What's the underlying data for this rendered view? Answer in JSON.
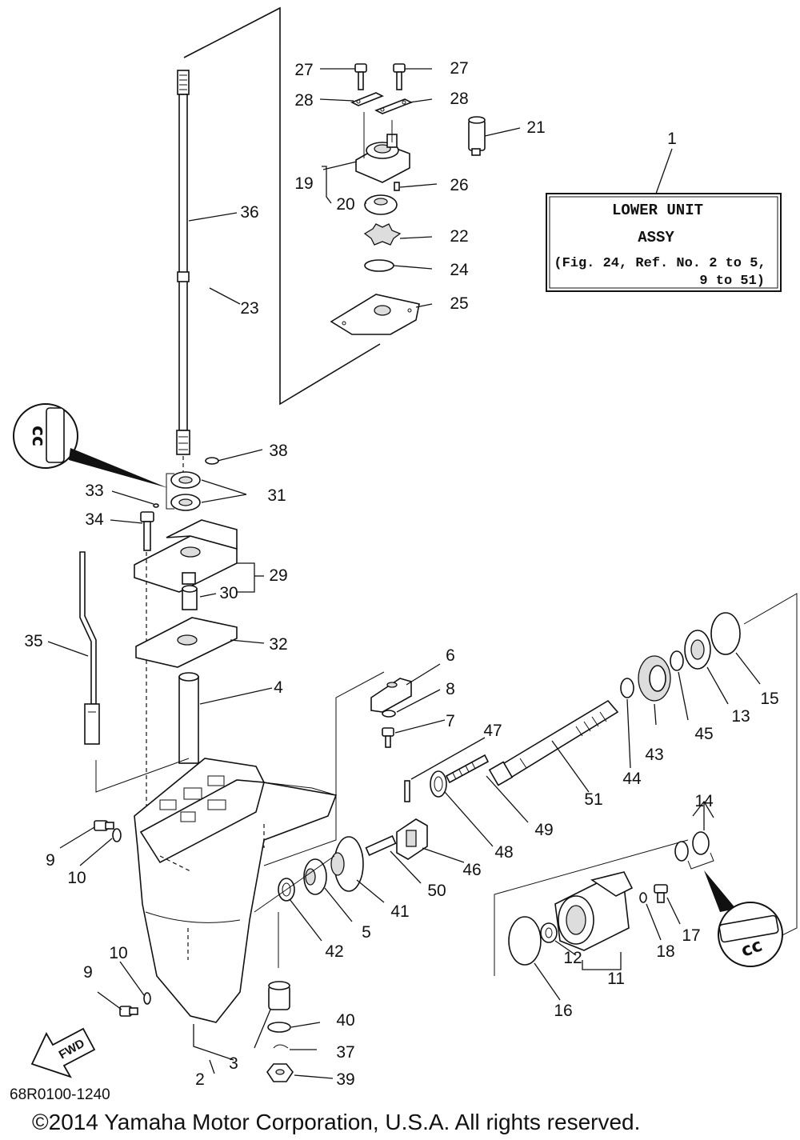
{
  "diagram": {
    "callouts": {
      "n1": "1",
      "n2": "2",
      "n3": "3",
      "n4": "4",
      "n5": "5",
      "n6": "6",
      "n7": "7",
      "n8": "8",
      "n9a": "9",
      "n9b": "9",
      "n10a": "10",
      "n10b": "10",
      "n11": "11",
      "n12": "12",
      "n13": "13",
      "n14": "14",
      "n15": "15",
      "n16": "16",
      "n17": "17",
      "n18": "18",
      "n19": "19",
      "n20": "20",
      "n21": "21",
      "n22": "22",
      "n23": "23",
      "n24": "24",
      "n25": "25",
      "n26": "26",
      "n27a": "27",
      "n27b": "27",
      "n28a": "28",
      "n28b": "28",
      "n29": "29",
      "n30": "30",
      "n31": "31",
      "n32": "32",
      "n33": "33",
      "n34": "34",
      "n35": "35",
      "n36": "36",
      "n37": "37",
      "n38": "38",
      "n39": "39",
      "n40": "40",
      "n41": "41",
      "n42": "42",
      "n43": "43",
      "n44": "44",
      "n45": "45",
      "n46": "46",
      "n47": "47",
      "n48": "48",
      "n49": "49",
      "n50": "50",
      "n51": "51"
    },
    "assy_box": {
      "line1": "LOWER UNIT",
      "line2": "ASSY",
      "line3": "(Fig. 24, Ref. No. 2 to 5,",
      "line4": "9 to 51)"
    },
    "stamp_top": "cc",
    "stamp_right": "cc",
    "fwd_label": "FWD",
    "drawing_code": "68R0100-1240",
    "copyright": "©2014 Yamaha Motor Corporation, U.S.A. All rights reserved."
  }
}
